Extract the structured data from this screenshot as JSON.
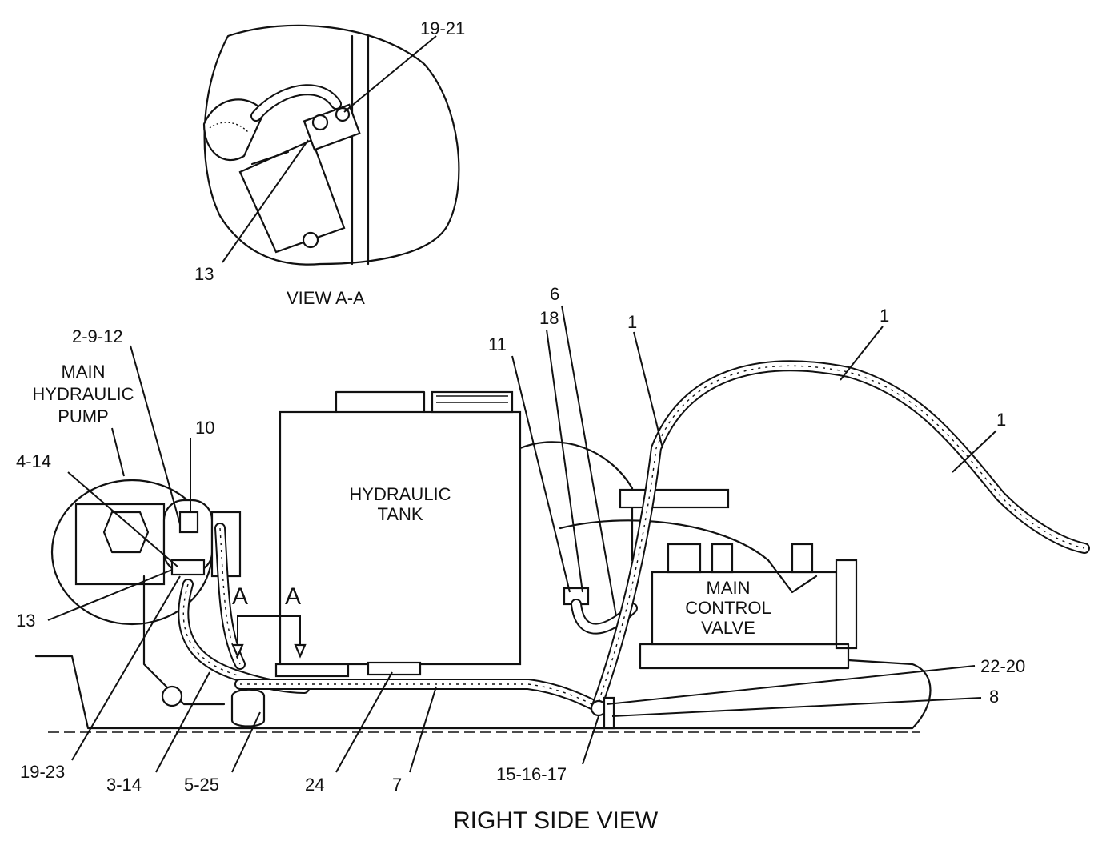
{
  "view_aa": {
    "title": "VIEW A-A",
    "callouts": {
      "top_right": "19-21",
      "bottom_left": "13"
    }
  },
  "right_side_view": {
    "title": "RIGHT SIDE VIEW",
    "components": {
      "pump": [
        "MAIN",
        "HYDRAULIC",
        "PUMP"
      ],
      "tank": [
        "HYDRAULIC",
        "TANK"
      ],
      "valve": [
        "MAIN",
        "CONTROL",
        "VALVE"
      ]
    },
    "section_marks": [
      "A",
      "A"
    ],
    "callouts": {
      "c_2_9_12": "2-9-12",
      "c_10": "10",
      "c_4_14": "4-14",
      "c_13": "13",
      "c_19_23": "19-23",
      "c_3_14": "3-14",
      "c_5_25": "5-25",
      "c_24": "24",
      "c_7": "7",
      "c_15_16_17": "15-16-17",
      "c_11": "11",
      "c_18": "18",
      "c_6": "6",
      "c_1a": "1",
      "c_1b": "1",
      "c_1c": "1",
      "c_22_20": "22-20",
      "c_8": "8"
    }
  }
}
